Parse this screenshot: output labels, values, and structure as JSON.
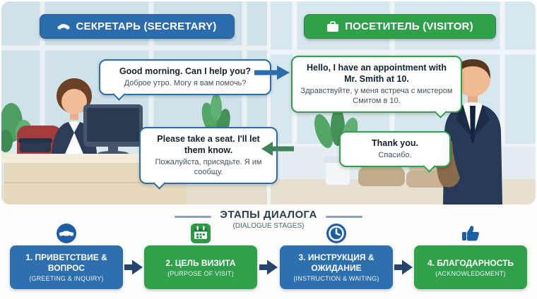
{
  "colors": {
    "blue": "#2b6cad",
    "green": "#2fa14b",
    "arrow_navy": "#25456e",
    "bubble_bg": "#ffffff"
  },
  "panels": {
    "secretary": {
      "title": "СЕКРЕТАРЬ (SECRETARY)",
      "icon": "phone-icon"
    },
    "visitor": {
      "title": "ПОСЕТИТЕЛЬ (VISITOR)",
      "icon": "briefcase-icon"
    }
  },
  "bubbles": [
    {
      "speaker": "secretary",
      "en": "Good morning. Can I help you?",
      "ru": "Доброе утро. Могу я вам помочь?"
    },
    {
      "speaker": "visitor",
      "en": "Hello, I have an appointment with Mr. Smith at 10.",
      "ru": "Здравствуйте, у меня встреча с мистером Смитом в 10."
    },
    {
      "speaker": "secretary",
      "en": "Please take a seat. I'll let them know.",
      "ru": "Пожалуйста, присядьте. Я им сообщу."
    },
    {
      "speaker": "visitor",
      "en": "Thank you.",
      "ru": "Спасибо."
    }
  ],
  "stages": {
    "title": "ЭТАПЫ ДИАЛОГА",
    "subtitle": "(DIALOGUE STAGES)",
    "items": [
      {
        "label": "1. ПРИВЕТСТВИЕ & ВОПРОС",
        "sub": "(GREETING & INQUIRY)",
        "icon": "handshake-icon",
        "color": "#2e6fad"
      },
      {
        "label": "2. ЦЕЛЬ ВИЗИТА",
        "sub": "(PURPOSE OF VISIT)",
        "icon": "calendar-icon",
        "color": "#2fa14b"
      },
      {
        "label": "3. ИНСТРУКЦИЯ & ОЖИДАНИЕ",
        "sub": "(INSTRUCTION & WAITING)",
        "icon": "clock-icon",
        "color": "#2e6fad"
      },
      {
        "label": "4. БЛАГОДАРНОСТЬ",
        "sub": "(ACKNOWLEDGMENT)",
        "icon": "thumbs-up-icon",
        "color": "#2fa14b"
      }
    ]
  }
}
